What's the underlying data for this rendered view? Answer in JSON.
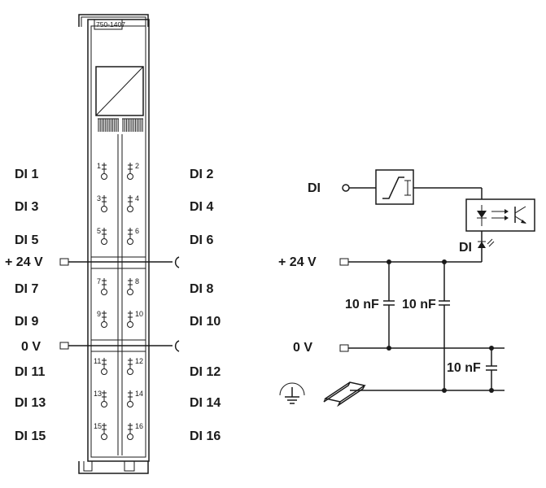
{
  "module": {
    "model": "750-1407"
  },
  "left_labels": [
    "DI 1",
    "DI 3",
    "DI 5",
    "+ 24 V",
    "DI 7",
    "DI 9",
    "0 V",
    "DI 11",
    "DI 13",
    "DI 15"
  ],
  "right_labels": [
    "DI 2",
    "DI 4",
    "DI 6",
    "DI 8",
    "DI 10",
    "DI 12",
    "DI 14",
    "DI 16"
  ],
  "terminals": [
    "1",
    "2",
    "3",
    "4",
    "5",
    "6",
    "7",
    "8",
    "9",
    "10",
    "11",
    "12",
    "13",
    "14",
    "15",
    "16"
  ],
  "schematic": {
    "input_label": "DI",
    "led_label": "DI",
    "supply_label": "+ 24 V",
    "ground_label": "0 V",
    "capacitors": [
      "10 nF",
      "10 nF",
      "10 nF"
    ]
  }
}
